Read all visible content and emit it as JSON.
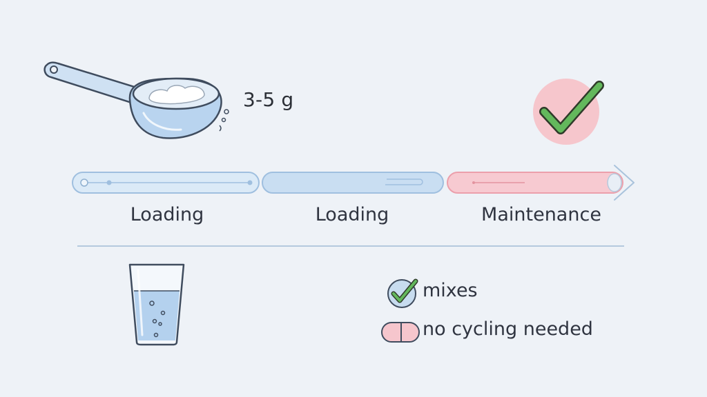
{
  "dose": {
    "amount": "3-5 g",
    "icon": "scoop-icon"
  },
  "timeline": {
    "phases": [
      {
        "label": "Loading",
        "color": "#d7e8f7"
      },
      {
        "label": "Loading",
        "color": "#c7ddf2"
      },
      {
        "label": "Maintenance",
        "color": "#f6c9cf"
      }
    ],
    "end_marker": "checkmark-icon"
  },
  "features": [
    {
      "label": "mixes",
      "icon": "check-circle-icon"
    },
    {
      "label": "no cycling needed",
      "icon": "capsule-icon"
    }
  ],
  "colors": {
    "background": "#eef2f7",
    "accent_blue": "#8fb6dc",
    "accent_pink": "#f3b5bf",
    "check_green": "#5fb35a"
  }
}
